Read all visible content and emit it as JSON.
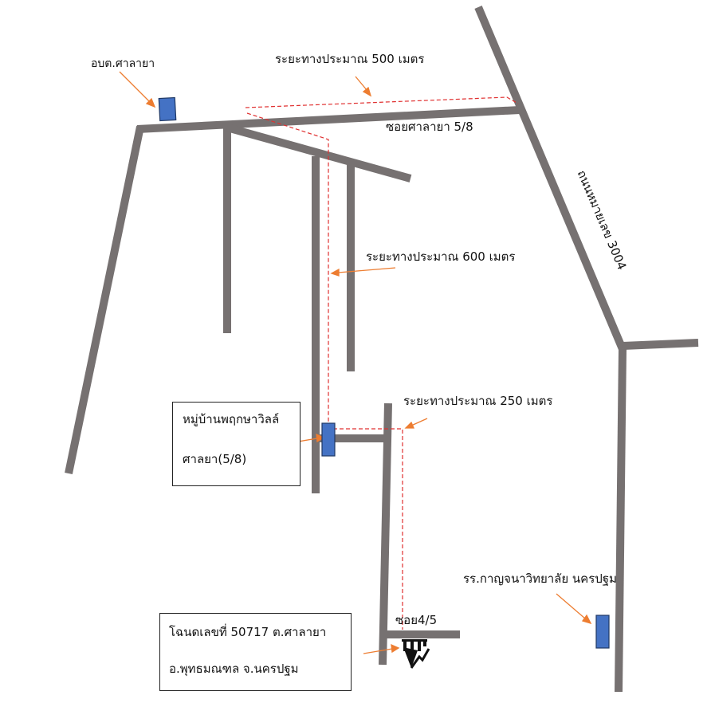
{
  "colors": {
    "road": "#767171",
    "marker": "#4472c4",
    "marker_border": "#1f3864",
    "route": "#e03030",
    "pointer": "#ed7d31"
  },
  "labels": {
    "subdistrict_office": "อบต.ศาลายา",
    "distance_500": "ระยะทางประมาณ  500 เมตร",
    "soi_salaya_58": "ซอยศาลายา 5/8",
    "highway_3004": "ถนนหมายเลข 3004",
    "distance_600": "ระยะทางประมาณ  600 เมตร",
    "distance_250": "ระยะทางประมาณ  250 เมตร",
    "school": "รร.กาญจนาวิทยาลัย นครปฐม",
    "soi_45": "ซอย4/5"
  },
  "village_box": {
    "line1": "หมู่บ้านพฤกษาวิลล์",
    "line2": "ศาลยา(5/8)"
  },
  "deed_box": {
    "line1": "โฉนดเลขที่ 50717 ต.ศาลายา",
    "line2": "อ.พุทธมณฑล จ.นครปฐม"
  },
  "icons": {
    "destination": "house-heart-icon",
    "marker": "location-rect-icon"
  }
}
